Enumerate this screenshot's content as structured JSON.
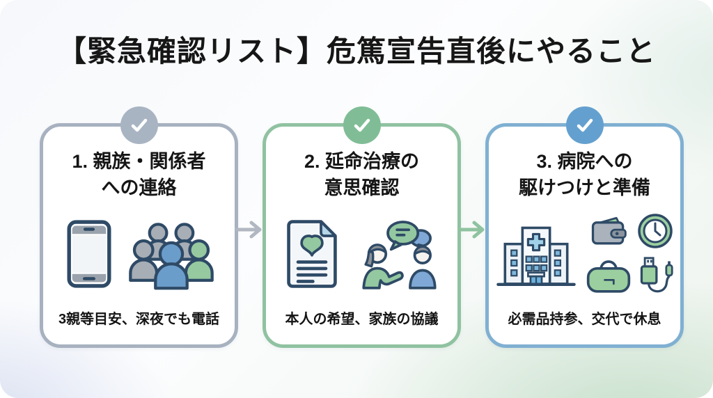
{
  "title": "【緊急確認リスト】危篤宣告直後にやること",
  "cards": [
    {
      "heading_line1": "1. 親族・関係者",
      "heading_line2": "への連絡",
      "note": "3親等目安、深夜でも電話",
      "accent_color": "#a9b4c3",
      "border_color": "#a7b1bf"
    },
    {
      "heading_line1": "2. 延命治療の",
      "heading_line2": "意思確認",
      "note": "本人の希望、家族の協議",
      "accent_color": "#80bd96",
      "border_color": "#90c2a1"
    },
    {
      "heading_line1": "3. 病院への",
      "heading_line2": "駆けつけと準備",
      "note": "必需品持参、交代で休息",
      "accent_color": "#64a0cf",
      "border_color": "#80b0d2"
    }
  ],
  "arrows": [
    {
      "color": "#b1b8c1"
    },
    {
      "color": "#8fc3a0"
    }
  ],
  "colors": {
    "outline_navy": "#2e4a66",
    "gray_fill": "#a8aeb6",
    "green_fill": "#97c9a0",
    "blue_fill": "#6b9dcb",
    "light_fill": "#f2f5f8"
  }
}
